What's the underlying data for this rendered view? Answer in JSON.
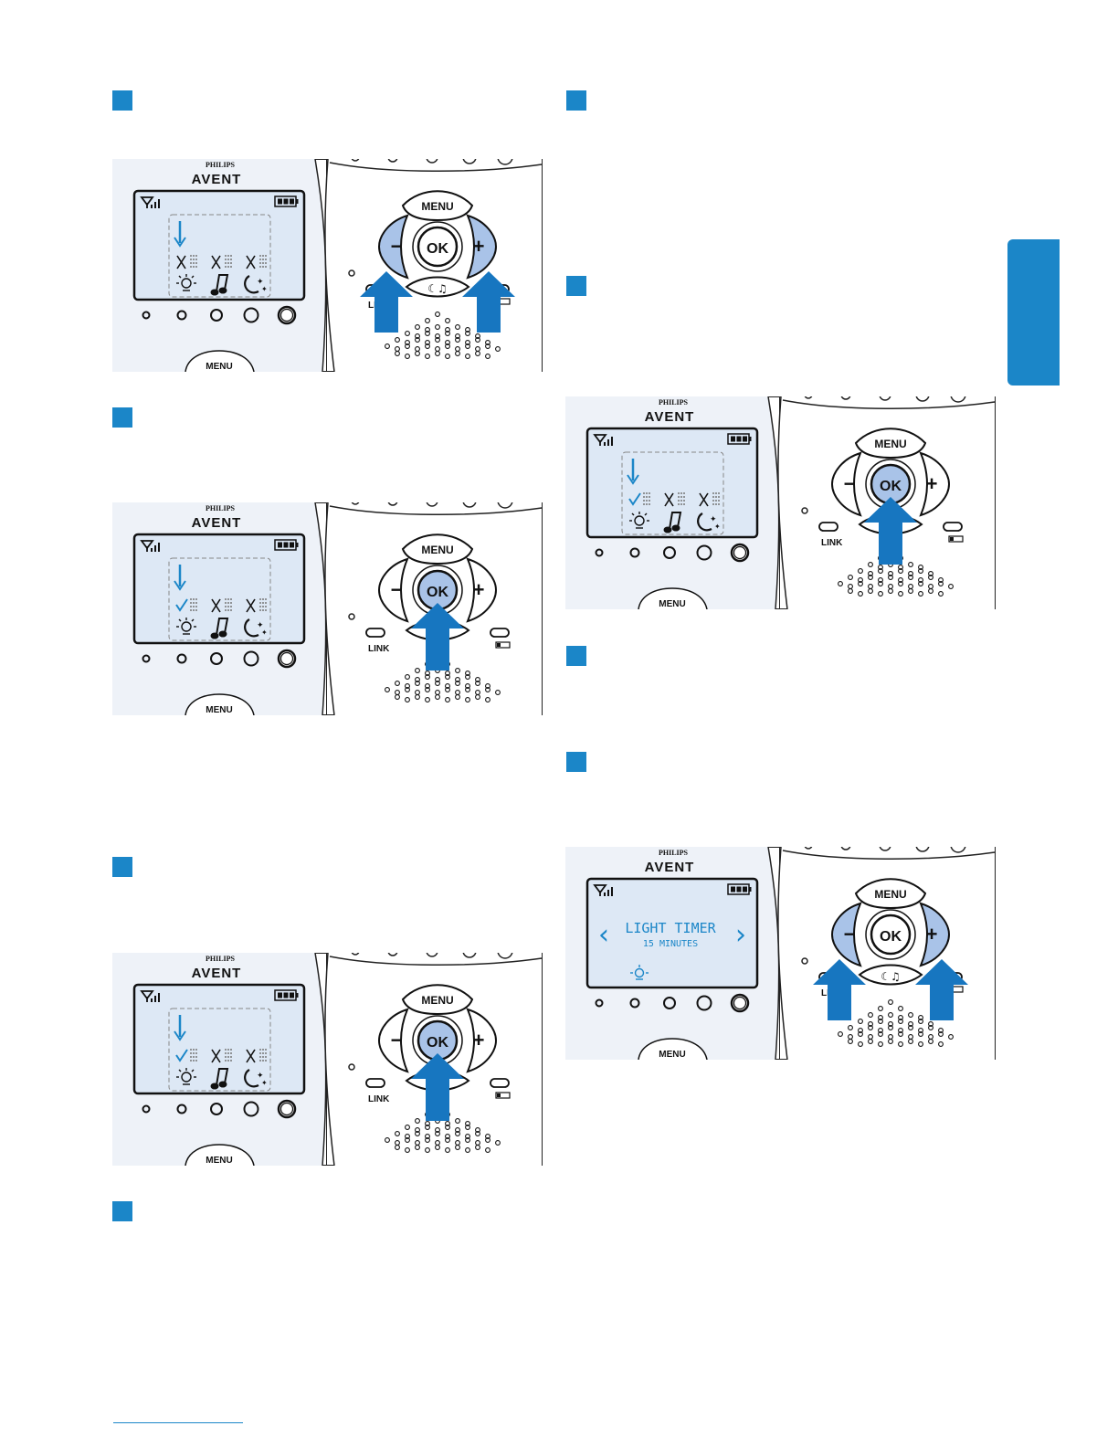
{
  "device": {
    "brand_top": "PHILIPS",
    "brand_main": "AVENT",
    "menu_label": "MENU",
    "ok_label": "OK",
    "link_label": "LINK",
    "minus_symbol": "−",
    "plus_symbol": "+"
  },
  "lcd": {
    "light_timer_title": "LIGHT TIMER",
    "light_timer_value": "15 MINUTES"
  },
  "colors": {
    "accent": "#1b86c8",
    "lcd_bg": "#dde8f5",
    "button_highlight": "#a9c3e8",
    "arrow": "#1776c0"
  },
  "figures": [
    {
      "id": "fig1",
      "screen": "menu",
      "checks": [
        false,
        false,
        false
      ],
      "highlight": "minus-plus"
    },
    {
      "id": "fig2",
      "screen": "menu",
      "checks": [
        true,
        false,
        false
      ],
      "highlight": "ok"
    },
    {
      "id": "fig3",
      "screen": "menu",
      "checks": [
        true,
        false,
        false
      ],
      "highlight": "ok"
    },
    {
      "id": "fig4",
      "screen": "menu",
      "checks": [
        true,
        false,
        false
      ],
      "highlight": "ok"
    },
    {
      "id": "fig5",
      "screen": "light-timer",
      "checks": [
        false,
        false,
        false
      ],
      "highlight": "minus-plus"
    }
  ]
}
